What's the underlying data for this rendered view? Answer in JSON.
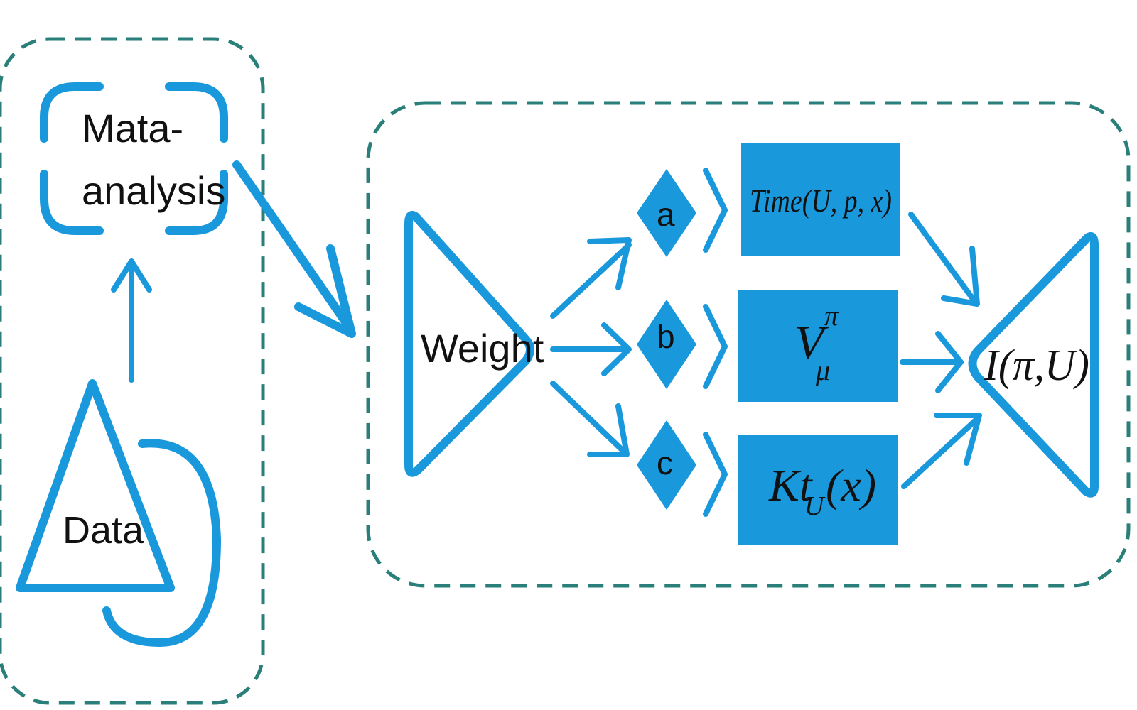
{
  "nodes": {
    "meta_line1": "Mata-",
    "meta_line2": "analysis",
    "data": "Data",
    "weight": "Weight",
    "branch_a": "a",
    "branch_b": "b",
    "branch_c": "c",
    "box_time": "Time(U, p, x)",
    "box_v_main": "V",
    "box_v_sup": "π",
    "box_v_sub": "μ",
    "box_kt_main": "Kt",
    "box_kt_sub": "U",
    "box_kt_arg": "(x)",
    "output": "I(π,U)"
  },
  "colors": {
    "accent_blue": "#1a98dc",
    "frame_teal": "#2a7f7a"
  }
}
